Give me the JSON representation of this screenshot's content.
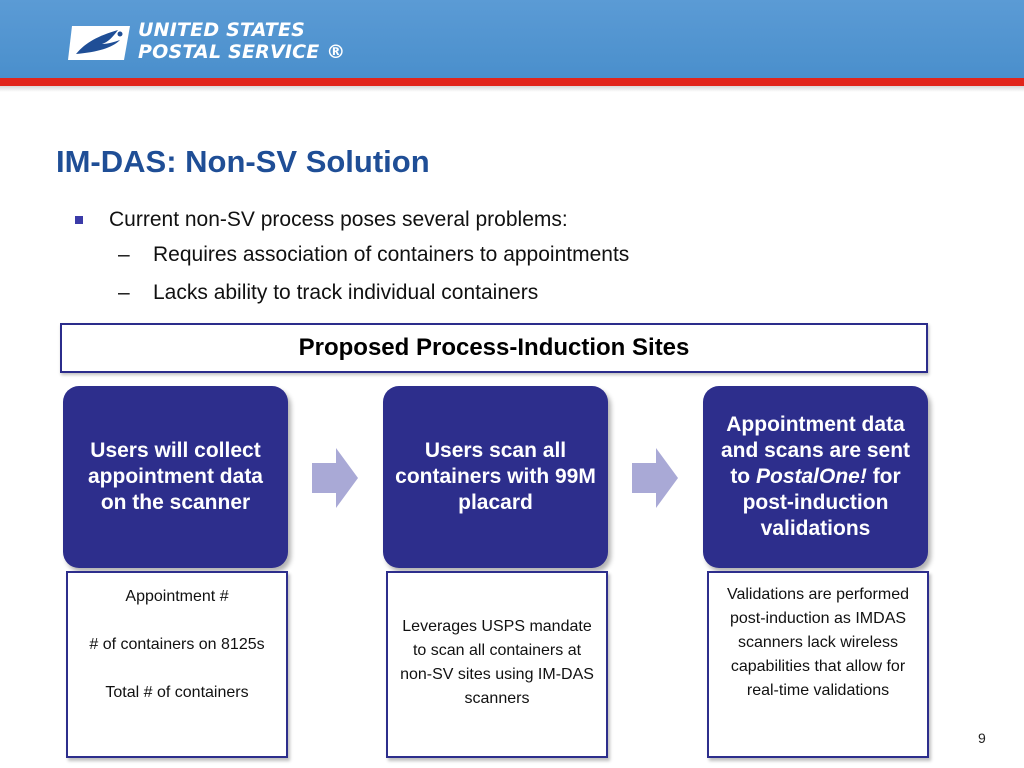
{
  "logo": {
    "line1": "UNITED STATES",
    "line2": "POSTAL SERVICE ®"
  },
  "slide": {
    "title": "IM-DAS: Non-SV Solution",
    "bullet": "Current non-SV process poses several problems:",
    "sub_bullets": [
      "Requires association of containers to appointments",
      "Lacks ability to track individual containers"
    ],
    "proposed_header": "Proposed Process-Induction Sites",
    "steps": [
      {
        "text": "Users will collect appointment data on the scanner"
      },
      {
        "text": "Users scan all containers with 99M placard"
      },
      {
        "text_before": "Appointment data and scans are sent to",
        "emph": "PostalOne!",
        "text_after": "for post-induction validations"
      }
    ],
    "notes": [
      {
        "lines": [
          "Appointment #",
          "# of containers on 8125s",
          "Total # of containers"
        ]
      },
      {
        "text": "Leverages USPS mandate to scan all containers at non-SV sites using IM-DAS scanners"
      },
      {
        "text": "Validations are performed post-induction as IMDAS scanners lack wireless capabilities that allow for real-time validations"
      }
    ],
    "page_number": "9"
  },
  "colors": {
    "banner": "#4a8fcc",
    "accent_red": "#e1251b",
    "title_blue": "#1f4e96",
    "step_fill": "#2d2e8c",
    "arrow_fill": "#a9a9d6"
  },
  "icons": {
    "logo": "eagle-logo-icon",
    "arrow": "right-arrow-icon",
    "bullet": "square-bullet-icon"
  }
}
